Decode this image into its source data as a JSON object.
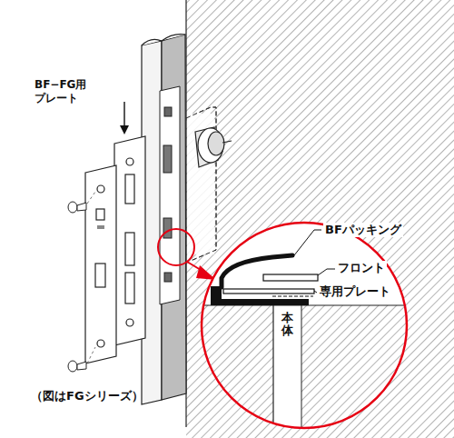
{
  "diagram": {
    "caption": "（図はFGシリーズ）",
    "labels": [
      "BF−FG用 プレート",
      "BFパッキング",
      "フロント",
      "専用プレート",
      "本体"
    ]
  }
}
